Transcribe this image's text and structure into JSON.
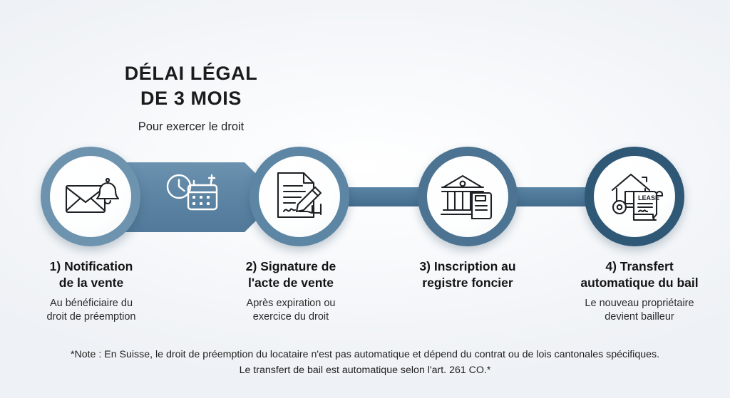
{
  "background_color": "#f3f5f8",
  "palette": {
    "ring_step1": "#6e93ae",
    "ring_step2": "#5d86a5",
    "ring_step3": "#4c7391",
    "ring_step4": "#2f5877",
    "connector": "#5a84a4",
    "text": "#1b1b1b"
  },
  "title": {
    "line1": "DÉLAI LÉGAL",
    "line2": "DE 3 MOIS",
    "subtitle": "Pour exercer le droit"
  },
  "band": {
    "icon_name": "clock-calendar-icon"
  },
  "steps": [
    {
      "index": "1",
      "icon_name": "envelope-bell-icon",
      "title_line1": "1) Notification",
      "title_line2": "de la vente",
      "sub_line1": "Au bénéficiaire du",
      "sub_line2": "droit de préemption"
    },
    {
      "index": "2",
      "icon_name": "signed-document-hand-pen-icon",
      "title_line1": "2) Signature de",
      "title_line2": "l'acte de vente",
      "sub_line1": "Après expiration ou",
      "sub_line2": "exercice du droit"
    },
    {
      "index": "3",
      "icon_name": "land-registry-building-book-icon",
      "title_line1": "3) Inscription au",
      "title_line2": "registre foncier",
      "sub_line1": "",
      "sub_line2": ""
    },
    {
      "index": "4",
      "icon_name": "house-key-lease-document-icon",
      "title_line1": "4) Transfert",
      "title_line2": "automatique du bail",
      "sub_line1": "Le nouveau propriétaire",
      "sub_line2": "devient bailleur"
    }
  ],
  "footnote": {
    "line1": "*Note : En Suisse, le droit de préemption du locataire n'est pas automatique et dépend du contrat ou de lois cantonales spécifiques.",
    "line2": "Le transfert de bail est automatique selon l'art. 261 CO.*"
  },
  "lease_label": "LEASE"
}
